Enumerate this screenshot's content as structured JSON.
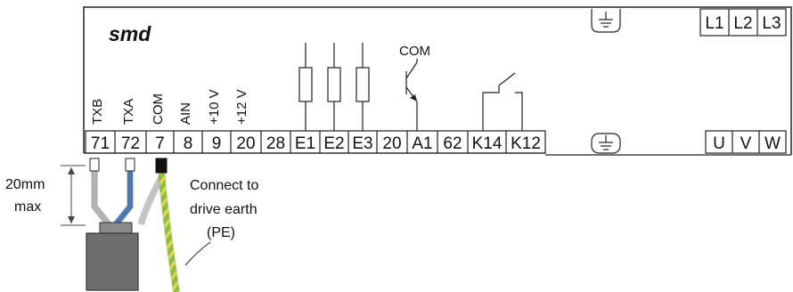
{
  "brand": "smd",
  "control_terminals": [
    "71",
    "72",
    "7",
    "8",
    "9",
    "20",
    "28",
    "E1",
    "E2",
    "E3",
    "20",
    "A1",
    "62",
    "K14",
    "K12"
  ],
  "terminal_labels": {
    "t71": "TXB",
    "t72": "TXA",
    "t7": "COM",
    "t8": "AIN",
    "t9": "+10 V",
    "t20": "+12 V"
  },
  "com_label": "COM",
  "input_terminals": [
    "L1",
    "L2",
    "L3"
  ],
  "output_terminals": [
    "U",
    "V",
    "W"
  ],
  "dimension": {
    "line1": "20mm",
    "line2": "max"
  },
  "earth_note": {
    "line1": "Connect to",
    "line2": "drive earth",
    "line3": "(PE)"
  },
  "colors": {
    "wire_grey": "#b4b4b4",
    "wire_blue": "#4a78b8",
    "wire_earth_green": "#8cbf3c",
    "wire_earth_yellow": "#e4dc3c",
    "cable_jacket": "#6e6e6e"
  },
  "icons": [
    "ground-symbol-icon",
    "transistor-symbol-icon",
    "relay-contact-icon",
    "resistor-icon"
  ]
}
